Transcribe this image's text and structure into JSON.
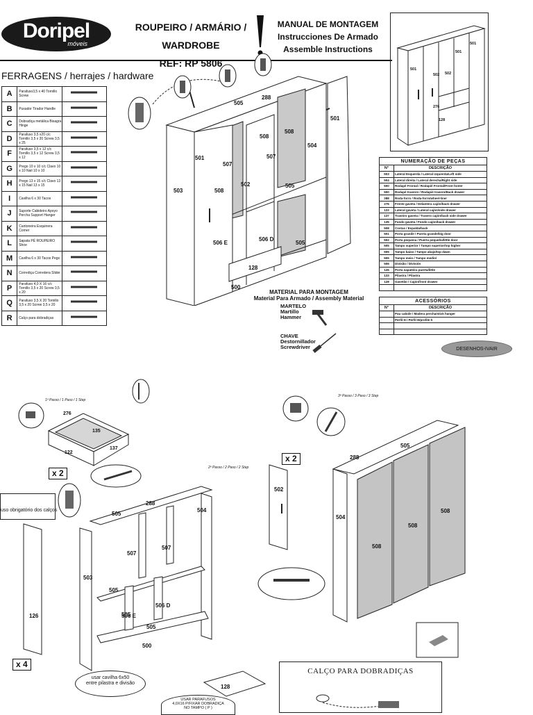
{
  "header": {
    "brand": "Doripel",
    "brand_sub": "móveis",
    "title_line1": "ROUPEIRO / ARMÁRIO / WARDROBE",
    "title_line2": "REF: RP 5806",
    "manual_line1": "MANUAL DE MONTAGEM",
    "manual_line2": "Instrucciones De Armado",
    "manual_line3": "Assemble Instructions"
  },
  "hardware": {
    "title": "FERRAGENS / herrajes / hardware",
    "items": [
      {
        "letter": "A",
        "desc": "Parafuso3,5 x 40 Tornillo Screw",
        "icon": "screw-long-icon"
      },
      {
        "letter": "B",
        "desc": "Puxador Tirador Handle",
        "icon": "handle-icon"
      },
      {
        "letter": "C",
        "desc": "Dobradiça metálica Bisagra Hinge",
        "icon": "hinge-icon"
      },
      {
        "letter": "D",
        "desc": "Parafuso 3,5 x20 c/c Tornillo 3,5 x 20 Screw 3,5 x 25",
        "icon": "screw-icon"
      },
      {
        "letter": "F",
        "desc": "Parafuso 3,5 x 12 c/c Tornillo 3,5 x 12 Screw 3,5 x 12",
        "icon": "screw-short-icon"
      },
      {
        "letter": "G",
        "desc": "Prego 10 x 10 c/c Clavo 10 x 10 Nail 10 x 10",
        "icon": "nail-icon"
      },
      {
        "letter": "H",
        "desc": "Prego 13 x 15 c/c Clavo 13 x 15 Nail 13 x 15",
        "icon": "nail-long-icon"
      },
      {
        "letter": "I",
        "desc": "Cavilha 6 x 30 Tacos",
        "icon": "dowel-icon"
      },
      {
        "letter": "J",
        "desc": "Suporte Cabideiro Apoyo Percha Support Hanger",
        "icon": "hanger-support-icon"
      },
      {
        "letter": "K",
        "desc": "Cantoneira Esquinera Corner",
        "icon": "corner-bracket-icon"
      },
      {
        "letter": "L",
        "desc": "Sapata PÉ ROUPEIRO Shoe",
        "icon": "shoe-icon"
      },
      {
        "letter": "M",
        "desc": "Cavilha 6 x 30 Tacos Pegs",
        "icon": "peg-icon"
      },
      {
        "letter": "N",
        "desc": "Corrediça Corredera Slider",
        "icon": "slider-rail-icon"
      },
      {
        "letter": "P",
        "desc": "Parafuso 4,0 X 16 c/c Tornillo 3,5 x 20 Screw 3,5 x 20",
        "icon": "screw-icon"
      },
      {
        "letter": "Q",
        "desc": "Parafuso 3,5 X 20 Tornillo 3,5 x 20 Screw 3,5 x 20",
        "icon": "screw-icon"
      },
      {
        "letter": "R",
        "desc": "Calço para dobradiças",
        "icon": "hinge-shim-icon"
      }
    ]
  },
  "parts_table": {
    "title": "NUMERAÇÃO DE PEÇAS",
    "col_n": "N°",
    "col_desc": "DESCRIÇÃO",
    "rows": [
      {
        "n": "503",
        "d": "Lateral Esquerda / Lateral izquierda/Left side"
      },
      {
        "n": "504",
        "d": "Lateral direita / Lateral derecha/Right side"
      },
      {
        "n": "500",
        "d": "Rodapé Frontal / Rodapié Frontal/Front footer"
      },
      {
        "n": "500",
        "d": "Rodapé traseiro / Rodapié trasero/Back drawer"
      },
      {
        "n": "288",
        "d": "Roda-forro / Roda-forro/wheel-liner"
      },
      {
        "n": "276",
        "d": "Frente gaveta / Delantera cajón/back drawer"
      },
      {
        "n": "122",
        "d": "Lateral gaveta / Lateral cajón/side drawer"
      },
      {
        "n": "137",
        "d": "Traseiro gaveta / Trasero cajón/back side drawer"
      },
      {
        "n": "135",
        "d": "Fundo gaveta / Fondo cajón/back drawer"
      },
      {
        "n": "508",
        "d": "Costas / Espalda/back"
      },
      {
        "n": "501",
        "d": "Porta grande / Puerta grande/big door"
      },
      {
        "n": "502",
        "d": "Porta pequena / Puerta pequeña/little door"
      },
      {
        "n": "505",
        "d": "Tampo superior / Tampo superior/top higher"
      },
      {
        "n": "505",
        "d": "Tampo baixo / Tampo abajo/top dawn"
      },
      {
        "n": "505",
        "d": "Tampo meio / Tampo medio/"
      },
      {
        "n": "506",
        "d": "Divisão / División"
      },
      {
        "n": "126",
        "d": "Porta sapateira puerta/little"
      },
      {
        "n": "133",
        "d": "Pilastra / Pilastra"
      },
      {
        "n": "128",
        "d": "Gavetão / Cajón/front drawer"
      },
      {
        "n": "",
        "d": ""
      }
    ]
  },
  "accessories_table": {
    "title": "ACESSÓRIOS",
    "col_n": "N°",
    "col_desc": "DESCRIÇÃO",
    "rows": [
      {
        "n": "",
        "d": "Pau cabide / Madera percha/stick hanger"
      },
      {
        "n": "",
        "d": "Perfil H / Perfil H/profile h"
      },
      {
        "n": "",
        "d": ""
      },
      {
        "n": "",
        "d": ""
      }
    ]
  },
  "designer": "DESENHOS-IVAIR",
  "material": {
    "line1": "MATERIAL PARA MONTAGEM",
    "line2": "Material Para Armado / Assembly Material",
    "hammer": [
      "MARTELO",
      "Martillo",
      "Hammer"
    ],
    "screwdriver": [
      "CHAVE",
      "Destornillador",
      "Screwdriver"
    ]
  },
  "steps": {
    "step1": "1º Passo / 1 Paso / 1 Step",
    "step2": "2º Passo / 2 Paso / 2 Step",
    "step3": "3º Passo / 3 Paso / 3 Step",
    "x2a": "x 2",
    "x2b": "x 2",
    "x4": "x 4"
  },
  "notes": {
    "calco_note": "uso obrigatório dos calços",
    "cavilha_note_1": "usar cavilha 6x50",
    "cavilha_note_2": "entre pilastra e divisão",
    "parafuso_note_1": "USAR PARAFUSOS",
    "parafuso_note_2": "4,0X16 P/FIXAR DOBRADIÇA",
    "parafuso_note_3": "NO TAMPO  ( P )",
    "calco_box_title": "CALÇO PARA DOBRADIÇAS"
  },
  "part_labels": {
    "top_diagram": [
      "505",
      "288",
      "501",
      "508",
      "508",
      "504",
      "501",
      "507",
      "507",
      "503",
      "508",
      "502",
      "505",
      "506 E",
      "506 D",
      "505",
      "128",
      "500"
    ],
    "inset": [
      "501",
      "501",
      "501",
      "502",
      "502",
      "276",
      "128"
    ],
    "step1": [
      "276",
      "135",
      "122",
      "137"
    ],
    "step2": [
      "288",
      "505",
      "504",
      "507",
      "507",
      "503",
      "505",
      "505",
      "506 E",
      "506 D",
      "505",
      "500",
      "126",
      "502",
      "128"
    ],
    "step3": [
      "505",
      "288",
      "504",
      "508",
      "508",
      "508"
    ]
  }
}
